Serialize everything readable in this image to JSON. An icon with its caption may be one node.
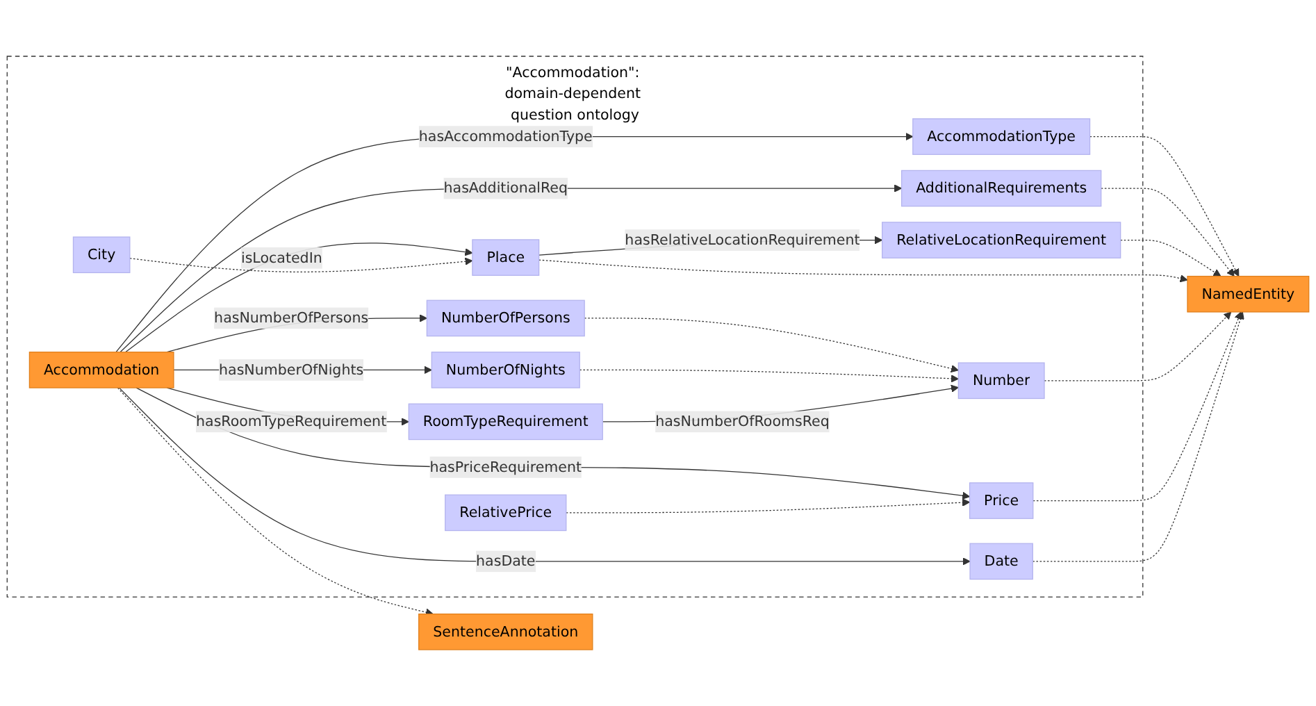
{
  "diagram": {
    "nodes": [
      {
        "text": [
          "\"Accommodation\": domain-dependent question ontology"
        ]
      },
      {
        "text": [
          "RelativePrice"
        ],
        "in": 0
      },
      {
        "text": [
          "Date"
        ],
        "in": 0
      },
      {
        "text": [
          "Price"
        ],
        "in": 0
      },
      {
        "text": [
          "RoomTypeRequirement"
        ],
        "in": 0
      },
      {
        "text": [
          "Number"
        ],
        "in": 0
      },
      {
        "text": [
          "NumberOfNights"
        ],
        "in": 0
      },
      {
        "text": [
          "City"
        ],
        "in": 0
      },
      {
        "text": [
          "NumberOfPersons"
        ],
        "in": 0
      },
      {
        "text": [
          "RelativeLocationRequirement"
        ],
        "in": 0
      },
      {
        "text": [
          "Place"
        ],
        "in": 0
      },
      {
        "text": [
          "AdditionalRequirements"
        ],
        "in": 0
      },
      {
        "text": [
          "AccommodationType"
        ],
        "in": 0
      },
      {
        "text": [
          "Accommodation"
        ],
        "in": 0
      },
      {
        "text": [
          "NamedEntity"
        ]
      },
      {
        "text": [
          "SentenceAnnotation"
        ]
      }
    ],
    "edges": [
      {
        "from": 1,
        "to": 3,
        "arrow": "to",
        "style": "dashed"
      },
      {
        "from": 2,
        "to": 14,
        "arrow": "to",
        "style": "dashed"
      },
      {
        "from": 3,
        "to": 14,
        "arrow": "to",
        "style": "dashed"
      },
      {
        "from": 4,
        "to": 5,
        "arrow": "to",
        "label": "hasNumberOfRoomsReq"
      },
      {
        "from": 5,
        "to": 14,
        "arrow": "to",
        "style": "dashed"
      },
      {
        "from": 6,
        "to": 5,
        "arrow": "to",
        "style": "dashed"
      },
      {
        "from": 8,
        "to": 5,
        "arrow": "to",
        "style": "dashed"
      },
      {
        "from": 10,
        "to": 14,
        "arrow": "to",
        "style": "dashed"
      },
      {
        "from": 7,
        "to": 10,
        "arrow": "to",
        "style": "dashed"
      },
      {
        "from": 10,
        "to": 9,
        "arrow": "to",
        "label": "hasRelativeLocationRequirement"
      },
      {
        "from": 9,
        "to": 14,
        "arrow": "to",
        "style": "dashed"
      },
      {
        "from": 11,
        "to": 14,
        "arrow": "to",
        "style": "dashed"
      },
      {
        "from": 12,
        "to": 14,
        "arrow": "to",
        "style": "dashed"
      },
      {
        "from": 13,
        "to": 3,
        "arrow": "to",
        "label": "hasPriceRequirement"
      },
      {
        "from": 13,
        "to": 2,
        "arrow": "to",
        "label": "hasDate"
      },
      {
        "from": 13,
        "to": 4,
        "arrow": "to",
        "label": "hasRoomTypeRequirement"
      },
      {
        "from": 13,
        "to": 6,
        "arrow": "to",
        "label": "hasNumberOfNights"
      },
      {
        "from": 13,
        "to": 8,
        "arrow": "to",
        "label": "hasNumberOfPersons"
      },
      {
        "from": 13,
        "to": 10,
        "arrow": "to",
        "label": "isLocatedIn"
      },
      {
        "from": 13,
        "to": 11,
        "arrow": "to",
        "label": "hasAdditionalReq"
      },
      {
        "from": 13,
        "to": 12,
        "arrow": "to",
        "label": "hasAccommodationType"
      },
      {
        "from": 13,
        "to": 15,
        "arrow": "to",
        "style": "dashed"
      }
    ]
  }
}
